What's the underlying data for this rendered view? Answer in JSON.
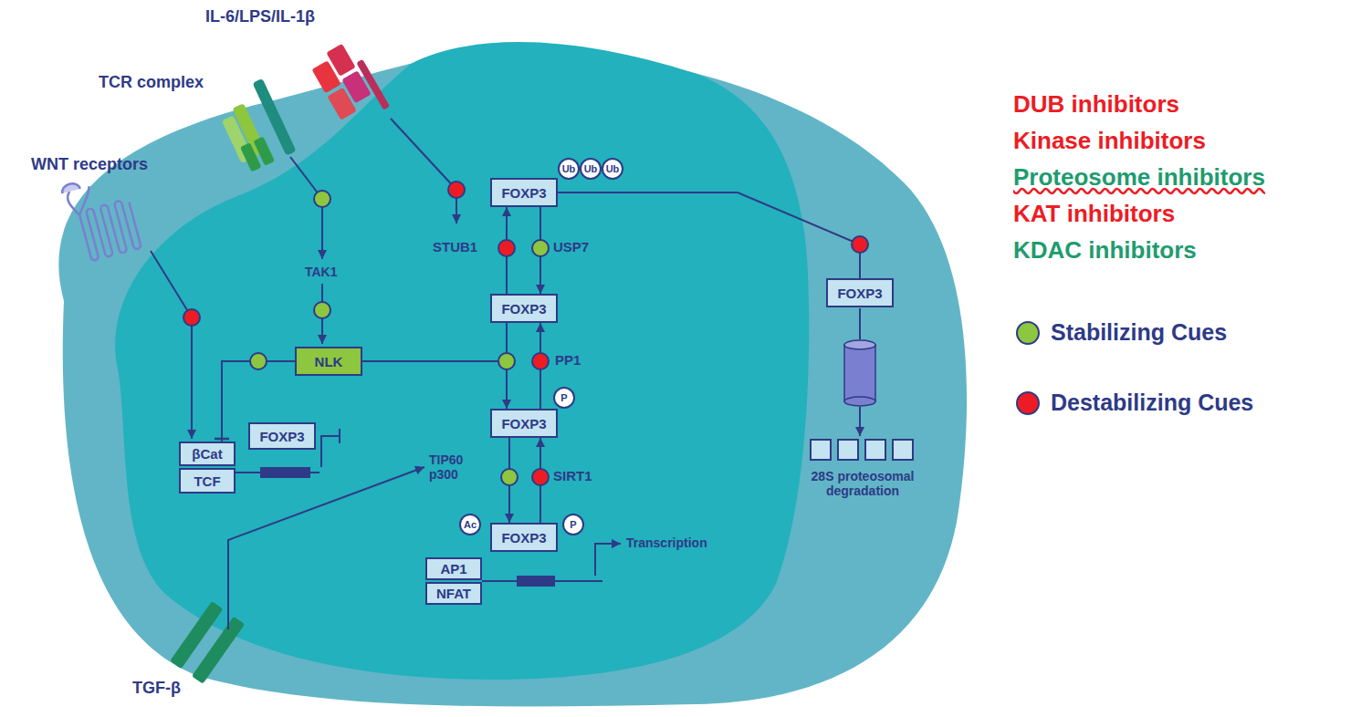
{
  "diagram": {
    "nodes": [
      {
        "text": [
          "FOXP3"
        ]
      },
      {
        "text": [
          "Ub"
        ]
      },
      {
        "text": [
          "Ub"
        ]
      },
      {
        "text": [
          "Ub"
        ]
      },
      {
        "text": [
          "FOXP3"
        ]
      },
      {
        "text": [
          "FOXP3"
        ]
      },
      {
        "text": [
          "P"
        ]
      },
      {
        "text": [
          "Ac"
        ]
      },
      {
        "text": [
          "FOXP3"
        ]
      },
      {
        "text": [
          "P"
        ]
      },
      {
        "text": [
          "NLK"
        ]
      },
      {
        "text": [
          "FOXP3"
        ]
      },
      {
        "text": [
          "βCat"
        ]
      },
      {
        "text": [
          "TCF"
        ]
      },
      {
        "text": [
          "FOXP3"
        ]
      },
      {
        "text": [
          "AP1"
        ]
      },
      {
        "text": [
          "NFAT"
        ]
      }
    ],
    "edges": [
      {
        "from": 4,
        "to": 0,
        "arrow": "to",
        "label": "STUB1"
      },
      {
        "from": 0,
        "to": 4,
        "arrow": "to",
        "label": "USP7"
      },
      {
        "from": 4,
        "to": 5,
        "arrow": "to"
      },
      {
        "from": 5,
        "to": 4,
        "arrow": "to",
        "label": "PP1"
      },
      {
        "from": 5,
        "to": 8,
        "arrow": "to"
      },
      {
        "from": 8,
        "to": 5,
        "arrow": "to",
        "label": "SIRT1"
      },
      {
        "from": 0,
        "to": 11,
        "arrow": "none"
      },
      {
        "from": 10,
        "to": 12,
        "arrow": "none"
      }
    ],
    "labels": [
      "IL-6/LPS/IL-1β",
      "TCR complex",
      "WNT receptors",
      "TAK1",
      "TIP60 p300",
      "Transcription",
      "28S proteosomal degradation",
      "TGF-β",
      "DUB inhibitors",
      "Kinase inhibitors",
      "Proteosome inhibitors",
      "KAT inhibitors",
      "KDAC inhibitors"
    ],
    "legend": [
      {
        "text": "Stabilizing Cues",
        "color": "#8dc63f"
      },
      {
        "text": "Destabilizing Cues",
        "color": "#ed1c24"
      }
    ]
  }
}
